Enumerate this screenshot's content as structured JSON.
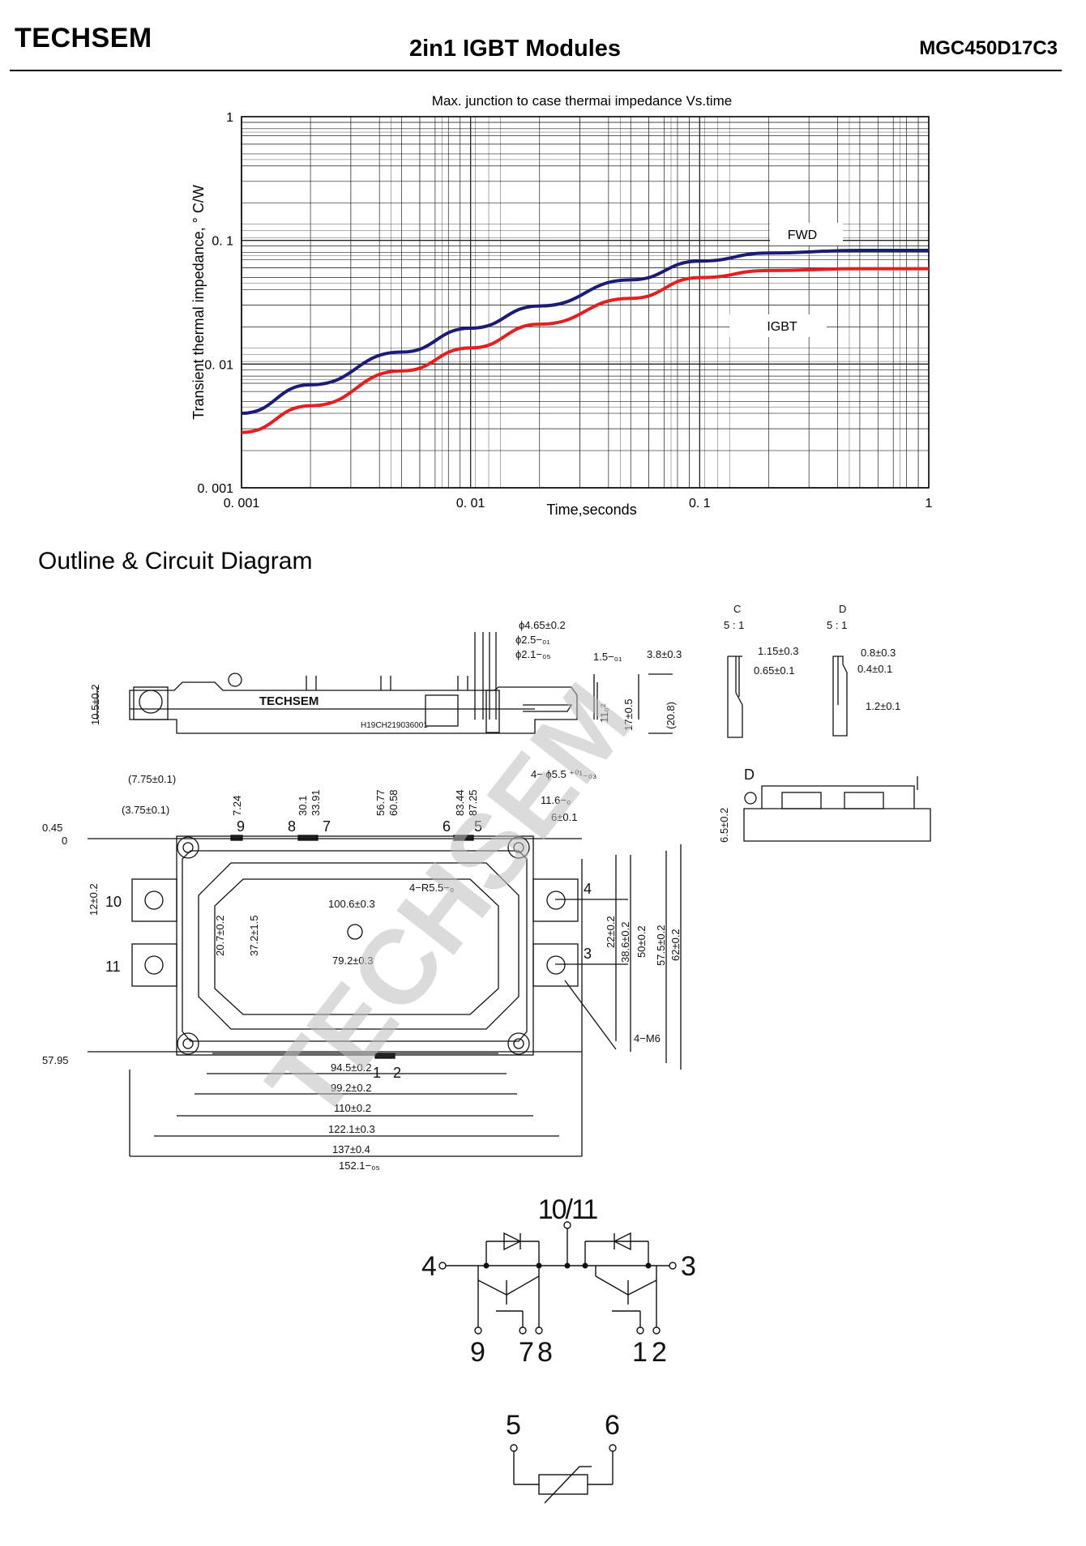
{
  "header": {
    "brand": "TECHSEM",
    "title": "2in1  IGBT  Modules",
    "part_number": "MGC450D17C3"
  },
  "chart_data": {
    "type": "line",
    "title": "Max. junction to case thermai impedance Vs.time",
    "xlabel": "Time,seconds",
    "ylabel": "Transient thermal impedance, ° C/W",
    "x_scale": "log",
    "y_scale": "log",
    "xlim": [
      0.001,
      1
    ],
    "ylim": [
      0.001,
      1
    ],
    "x_ticks": [
      "0. 001",
      "0. 01",
      "0. 1",
      "1"
    ],
    "y_ticks": [
      "0. 001",
      "0. 01",
      "0. 1",
      "1"
    ],
    "grid": true,
    "series": [
      {
        "name": "FWD",
        "color": "#1c1c78",
        "x": [
          0.001,
          0.002,
          0.005,
          0.01,
          0.02,
          0.05,
          0.1,
          0.2,
          0.5,
          1
        ],
        "y": [
          0.004,
          0.0068,
          0.0125,
          0.0195,
          0.0295,
          0.048,
          0.068,
          0.079,
          0.083,
          0.083
        ]
      },
      {
        "name": "IGBT",
        "color": "#e81e1e",
        "x": [
          0.001,
          0.002,
          0.005,
          0.01,
          0.02,
          0.05,
          0.1,
          0.2,
          0.5,
          1
        ],
        "y": [
          0.0028,
          0.0046,
          0.0088,
          0.0135,
          0.021,
          0.034,
          0.05,
          0.057,
          0.059,
          0.059
        ]
      }
    ]
  },
  "section": {
    "title": "Outline & Circuit Diagram"
  },
  "drawing": {
    "watermark": "TECHSEM",
    "module_label": "TECHSEM",
    "module_code": "H19CH219036001",
    "detail_C": {
      "letter": "C",
      "scale": "5 : 1"
    },
    "detail_D": {
      "letter": "D",
      "scale": "5 : 1"
    },
    "side_view_dims": [
      "ϕ4.65±0.2",
      "ϕ2.5−₀₁",
      "ϕ2.1−₀₅",
      "1.5−₀₁",
      "3.8±0.3",
      "10.5±0.2",
      "11₀²",
      "17±0.5",
      "(20.8)"
    ],
    "detail_C_dims": [
      "1.15±0.3",
      "0.65±0.1"
    ],
    "detail_D_dims": [
      "0.8±0.3",
      "0.4±0.1",
      "1.2±0.1"
    ],
    "top_view_dims": [
      "(7.75±0.1)",
      "(3.75±0.1)",
      "0.45",
      "0",
      "7.24",
      "30.1",
      "33.91",
      "56.77",
      "60.58",
      "83.44",
      "87.25",
      "4− ϕ5.5 ⁺⁰¹₋₀₃",
      "11.6−₀",
      "6±0.1",
      "4−R5.5−₀",
      "100.6±0.3",
      "79.2±0.3",
      "20.7±0.2",
      "37.2±1.5",
      "12±0.2",
      "22±0.2",
      "38.6±0.2",
      "50±0.2",
      "57.5±0.2",
      "62±0.2",
      "57.95",
      "4−M6",
      "94.5±0.2",
      "99.2±0.2",
      "110±0.2",
      "122.1±0.3",
      "137±0.4",
      "152.1−₀₅",
      "6.5±0.2"
    ],
    "terminal_numbers": [
      "9",
      "8",
      "7",
      "6",
      "5",
      "10",
      "11",
      "4",
      "3",
      "1",
      "2"
    ]
  },
  "circuit": {
    "top_label": "10/11",
    "left_terminal": "4",
    "right_terminal": "3",
    "bottom_left": [
      "9",
      "7",
      "8"
    ],
    "bottom_right": [
      "1",
      "2"
    ],
    "ntc_left": "5",
    "ntc_right": "6"
  }
}
